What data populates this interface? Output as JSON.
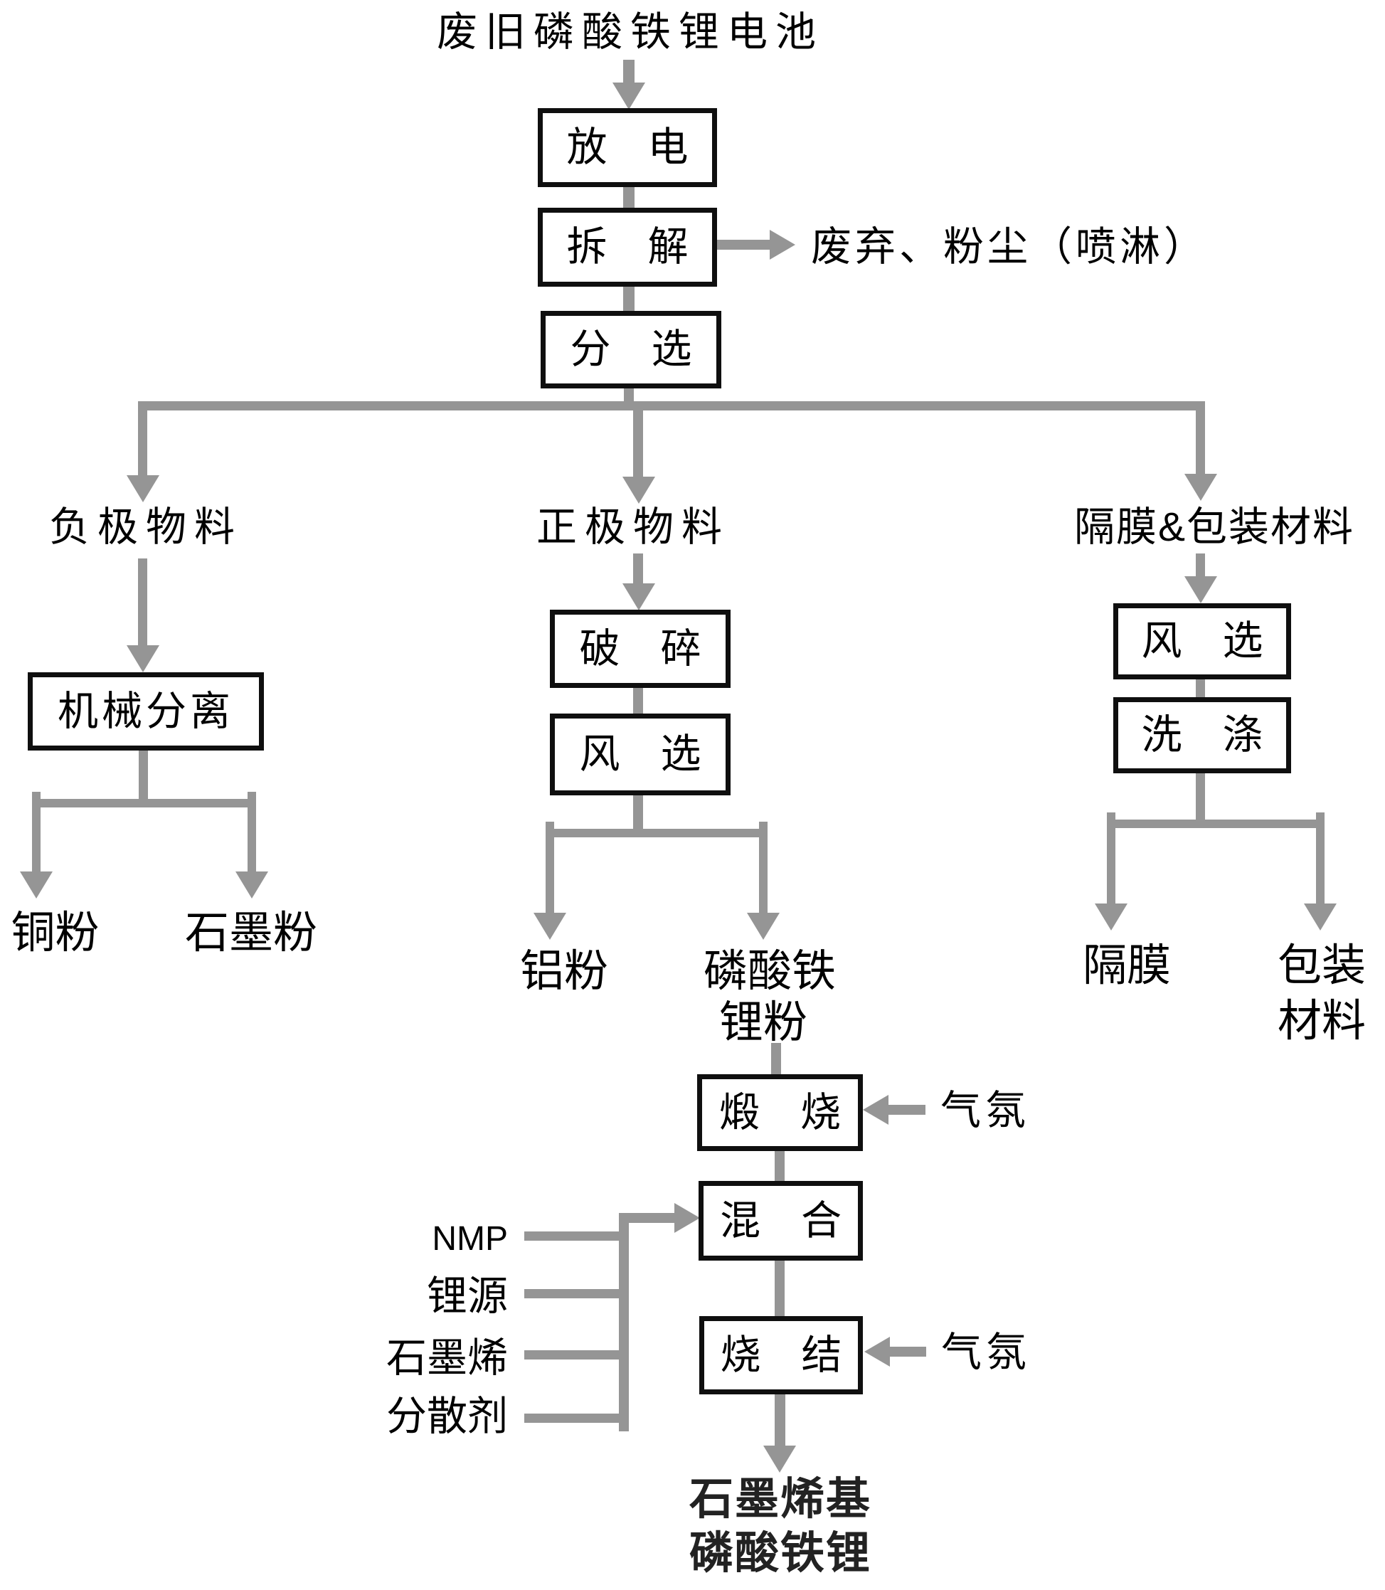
{
  "diagram": {
    "title": "废旧磷酸铁锂电池",
    "colors": {
      "line_gray": "#959595",
      "box_border": "#0f0f0f",
      "text": "#000000"
    },
    "boxes": {
      "discharge": "放　电",
      "dismantle": "拆　解",
      "sorting": "分　选",
      "mechanical_separation": "机械分离",
      "crushing": "破　碎",
      "air_separation_mid": "风　选",
      "air_separation_right": "风　选",
      "washing": "洗　涤",
      "calcination": "煅　烧",
      "mixing": "混　合",
      "sintering": "烧　结"
    },
    "labels": {
      "waste_dust": "废弃、粉尘（喷淋）",
      "negative_material": "负极物料",
      "positive_material": "正极物料",
      "separator_packaging": "隔膜&包装材料",
      "copper_powder": "铜粉",
      "graphite_powder": "石墨粉",
      "aluminum_powder": "铝粉",
      "lfp_powder_line1": "磷酸铁",
      "lfp_powder_line2": "锂粉",
      "separator": "隔膜",
      "packaging_line1": "包装",
      "packaging_line2": "材料",
      "atmosphere_calcination": "气氛",
      "atmosphere_sintering": "气氛",
      "final_product_line1": "石墨烯基",
      "final_product_line2": "磷酸铁锂"
    },
    "inputs": [
      "NMP",
      "锂源",
      "石墨烯",
      "分散剂"
    ]
  }
}
